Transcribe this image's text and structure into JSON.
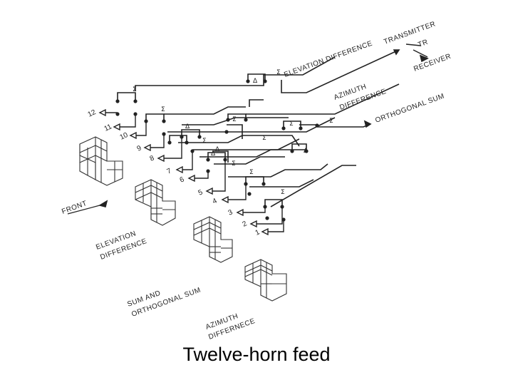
{
  "caption": "Twelve-horn feed",
  "labels": {
    "elevation_difference_out": "ELEVATION DIFFERENCE",
    "transmitter": "TRANSMITTER",
    "tr": "TR",
    "receiver": "RECEIVER",
    "azimuth_difference_out_1": "AZIMUTH",
    "azimuth_difference_out_2": "DIFFERENCE",
    "orthogonal_sum_out": "ORTHOGONAL SUM",
    "front": "FRONT",
    "elevation_difference_pattern_1": "ELEVATION",
    "elevation_difference_pattern_2": "DIFFERENCE",
    "sum_orthogonal_pattern_1": "SUM AND",
    "sum_orthogonal_pattern_2": "ORTHOGONAL SUM",
    "azimuth_difference_pattern_1": "AZIMUTH",
    "azimuth_difference_pattern_2": "DIFFERNECE"
  },
  "horn_numbers": [
    "12",
    "11",
    "10",
    "9",
    "8",
    "7",
    "6",
    "5",
    "4",
    "3",
    "2",
    "1"
  ],
  "symbols": {
    "sum": "Σ",
    "delta": "Δ"
  },
  "colors": {
    "ink": "#222222",
    "background": "#ffffff"
  }
}
